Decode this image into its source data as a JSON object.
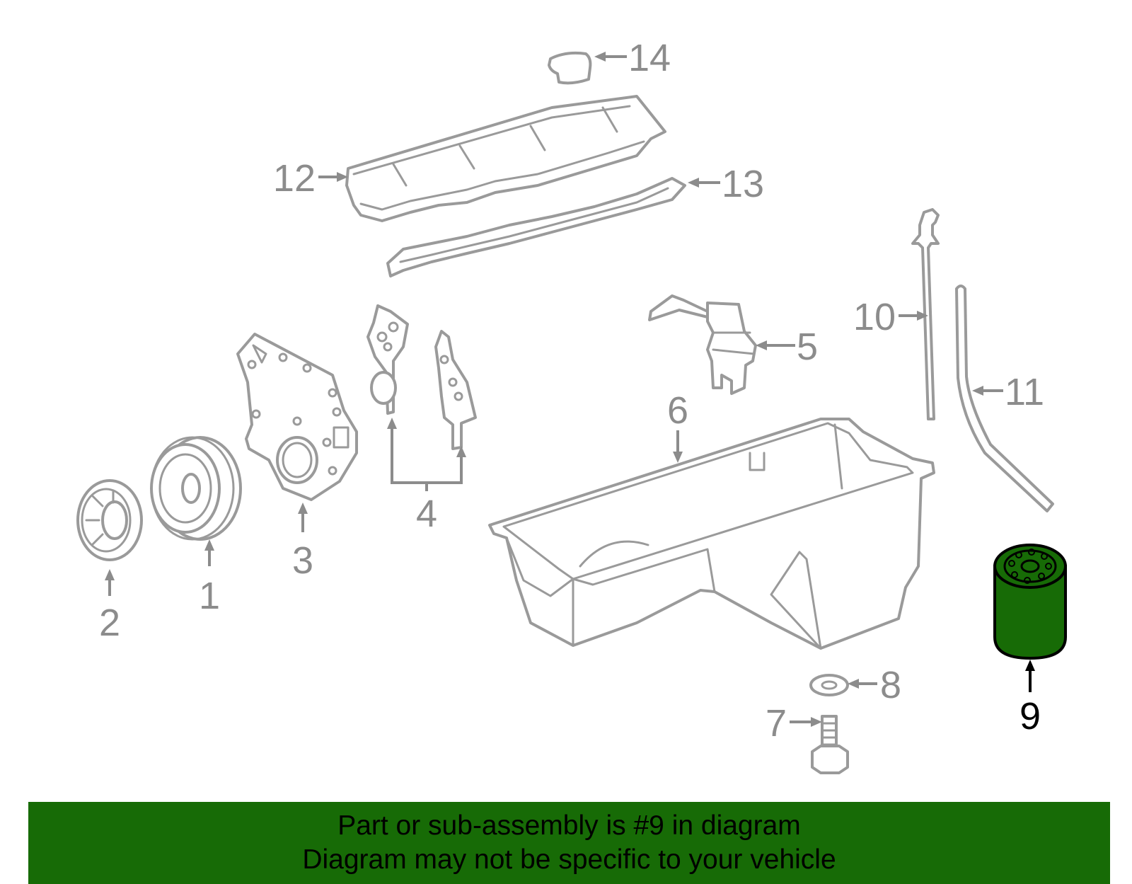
{
  "colors": {
    "highlight": "#176b06",
    "line": "#9a9a9a",
    "label": "#8c8c8c",
    "selected_label": "#000000"
  },
  "callouts": [
    {
      "number": "1",
      "part": "pulley"
    },
    {
      "number": "2",
      "part": "hub"
    },
    {
      "number": "3",
      "part": "timing-cover"
    },
    {
      "number": "4",
      "part": "gaskets"
    },
    {
      "number": "5",
      "part": "oil-pump"
    },
    {
      "number": "6",
      "part": "oil-pan"
    },
    {
      "number": "7",
      "part": "drain-plug"
    },
    {
      "number": "8",
      "part": "washer"
    },
    {
      "number": "9",
      "part": "oil-filter",
      "selected": true
    },
    {
      "number": "10",
      "part": "dipstick"
    },
    {
      "number": "11",
      "part": "dipstick-tube"
    },
    {
      "number": "12",
      "part": "valve-cover"
    },
    {
      "number": "13",
      "part": "valve-cover-gasket"
    },
    {
      "number": "14",
      "part": "oil-filler-cap"
    }
  ],
  "banner": {
    "line1": "Part or sub-assembly is #9 in diagram",
    "line2": "Diagram may not be specific to your vehicle"
  }
}
